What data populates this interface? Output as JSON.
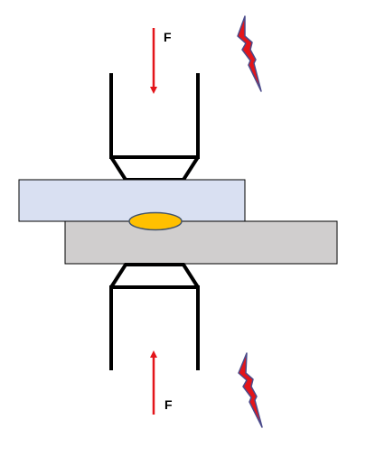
{
  "diagram": {
    "force_top_label": "F",
    "force_bottom_label": "F",
    "colors": {
      "upper_sheet_fill": "#d9e0f2",
      "lower_sheet_fill": "#d0cece",
      "weld_nugget_fill": "#ffc000",
      "weld_nugget_stroke": "#44546a",
      "force_arrow": "#e3151a",
      "lightning_fill": "#e3151a",
      "lightning_stroke": "#4a4a8a",
      "electrode_stroke": "#000000"
    },
    "icons": [
      "electrode-top",
      "electrode-bottom",
      "force-arrow-down",
      "force-arrow-up",
      "lightning-bolt-icon",
      "lightning-bolt-icon"
    ]
  }
}
